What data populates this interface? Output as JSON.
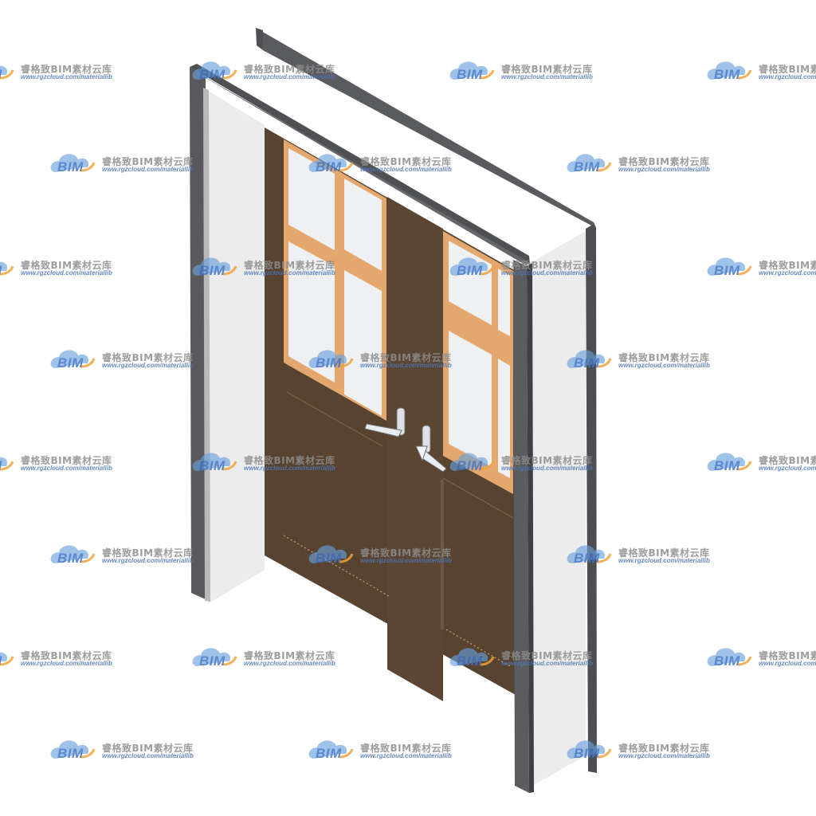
{
  "watermark": {
    "brand": "BIM",
    "title": "睿格致BIM素材云库",
    "url": "www.rgzcloud.com/materiallib"
  },
  "model": {
    "icons": [
      "door-frame-icon",
      "glass-pane-icon",
      "lever-handle-icon"
    ],
    "colors": {
      "frame": "#58595b",
      "jamb": "#ececec",
      "door": "#57432f",
      "sash": "#e4a86f",
      "glass": "#eceff1"
    }
  }
}
